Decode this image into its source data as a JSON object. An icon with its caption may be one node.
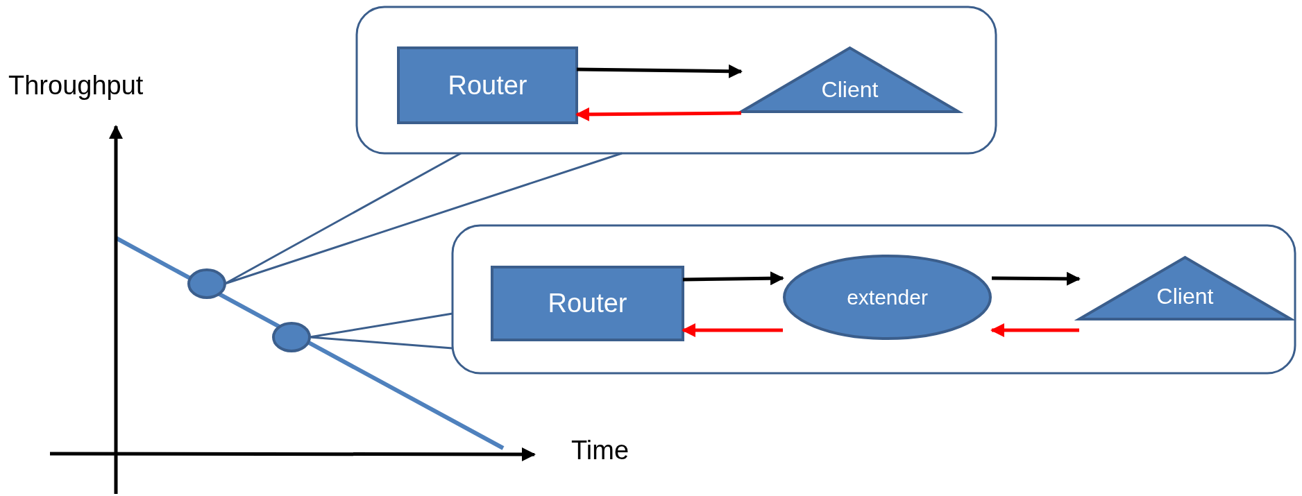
{
  "diagram": {
    "nodes": [
      {
        "text": [],
        "shape": "box"
      },
      {
        "text": [
          "Router"
        ],
        "in": 0
      },
      {
        "text": [
          "Client"
        ],
        "in": 0
      },
      {
        "text": [],
        "shape": "box"
      },
      {
        "text": [
          "Router"
        ],
        "in": 3
      },
      {
        "text": [
          "extender"
        ],
        "in": 3
      },
      {
        "text": [
          "Client"
        ],
        "in": 3
      },
      {
        "text": [],
        "shape": "circle"
      },
      {
        "text": [],
        "shape": "circle"
      }
    ],
    "edges": [
      {
        "from": 1,
        "to": 2,
        "arrow": "to"
      },
      {
        "from": 2,
        "to": 1,
        "arrow": "to",
        "color": "#ff0000"
      },
      {
        "from": 4,
        "to": 5,
        "arrow": "to"
      },
      {
        "from": 5,
        "to": 4,
        "arrow": "to",
        "color": "#ff0000"
      },
      {
        "from": 5,
        "to": 6,
        "arrow": "to"
      },
      {
        "from": 6,
        "to": 5,
        "arrow": "to",
        "color": "#ff0000"
      },
      {
        "from": 7,
        "to": 0,
        "arrow": "none",
        "color": "#3b5e8c"
      },
      {
        "from": 8,
        "to": 3,
        "arrow": "none",
        "color": "#3b5e8c"
      }
    ],
    "labels": [
      "Throughput",
      "Time"
    ]
  }
}
